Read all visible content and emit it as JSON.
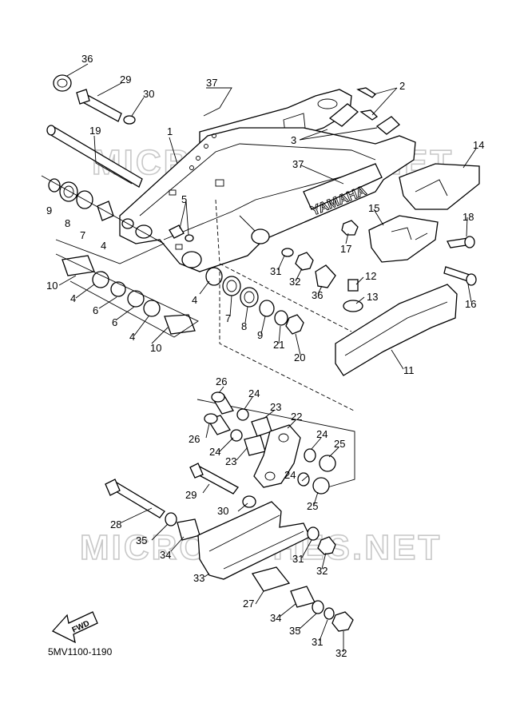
{
  "diagram": {
    "code": "5MV1100-1190",
    "watermark": "MICROFICHES.NET",
    "brand_text": "YAMAHA",
    "fwd_label": "FWD",
    "callouts": [
      "1",
      "2",
      "3",
      "4",
      "5",
      "6",
      "7",
      "8",
      "9",
      "10",
      "11",
      "12",
      "13",
      "14",
      "15",
      "16",
      "17",
      "18",
      "19",
      "20",
      "21",
      "22",
      "23",
      "24",
      "25",
      "26",
      "27",
      "28",
      "29",
      "30",
      "31",
      "32",
      "33",
      "34",
      "35",
      "36",
      "37"
    ]
  }
}
